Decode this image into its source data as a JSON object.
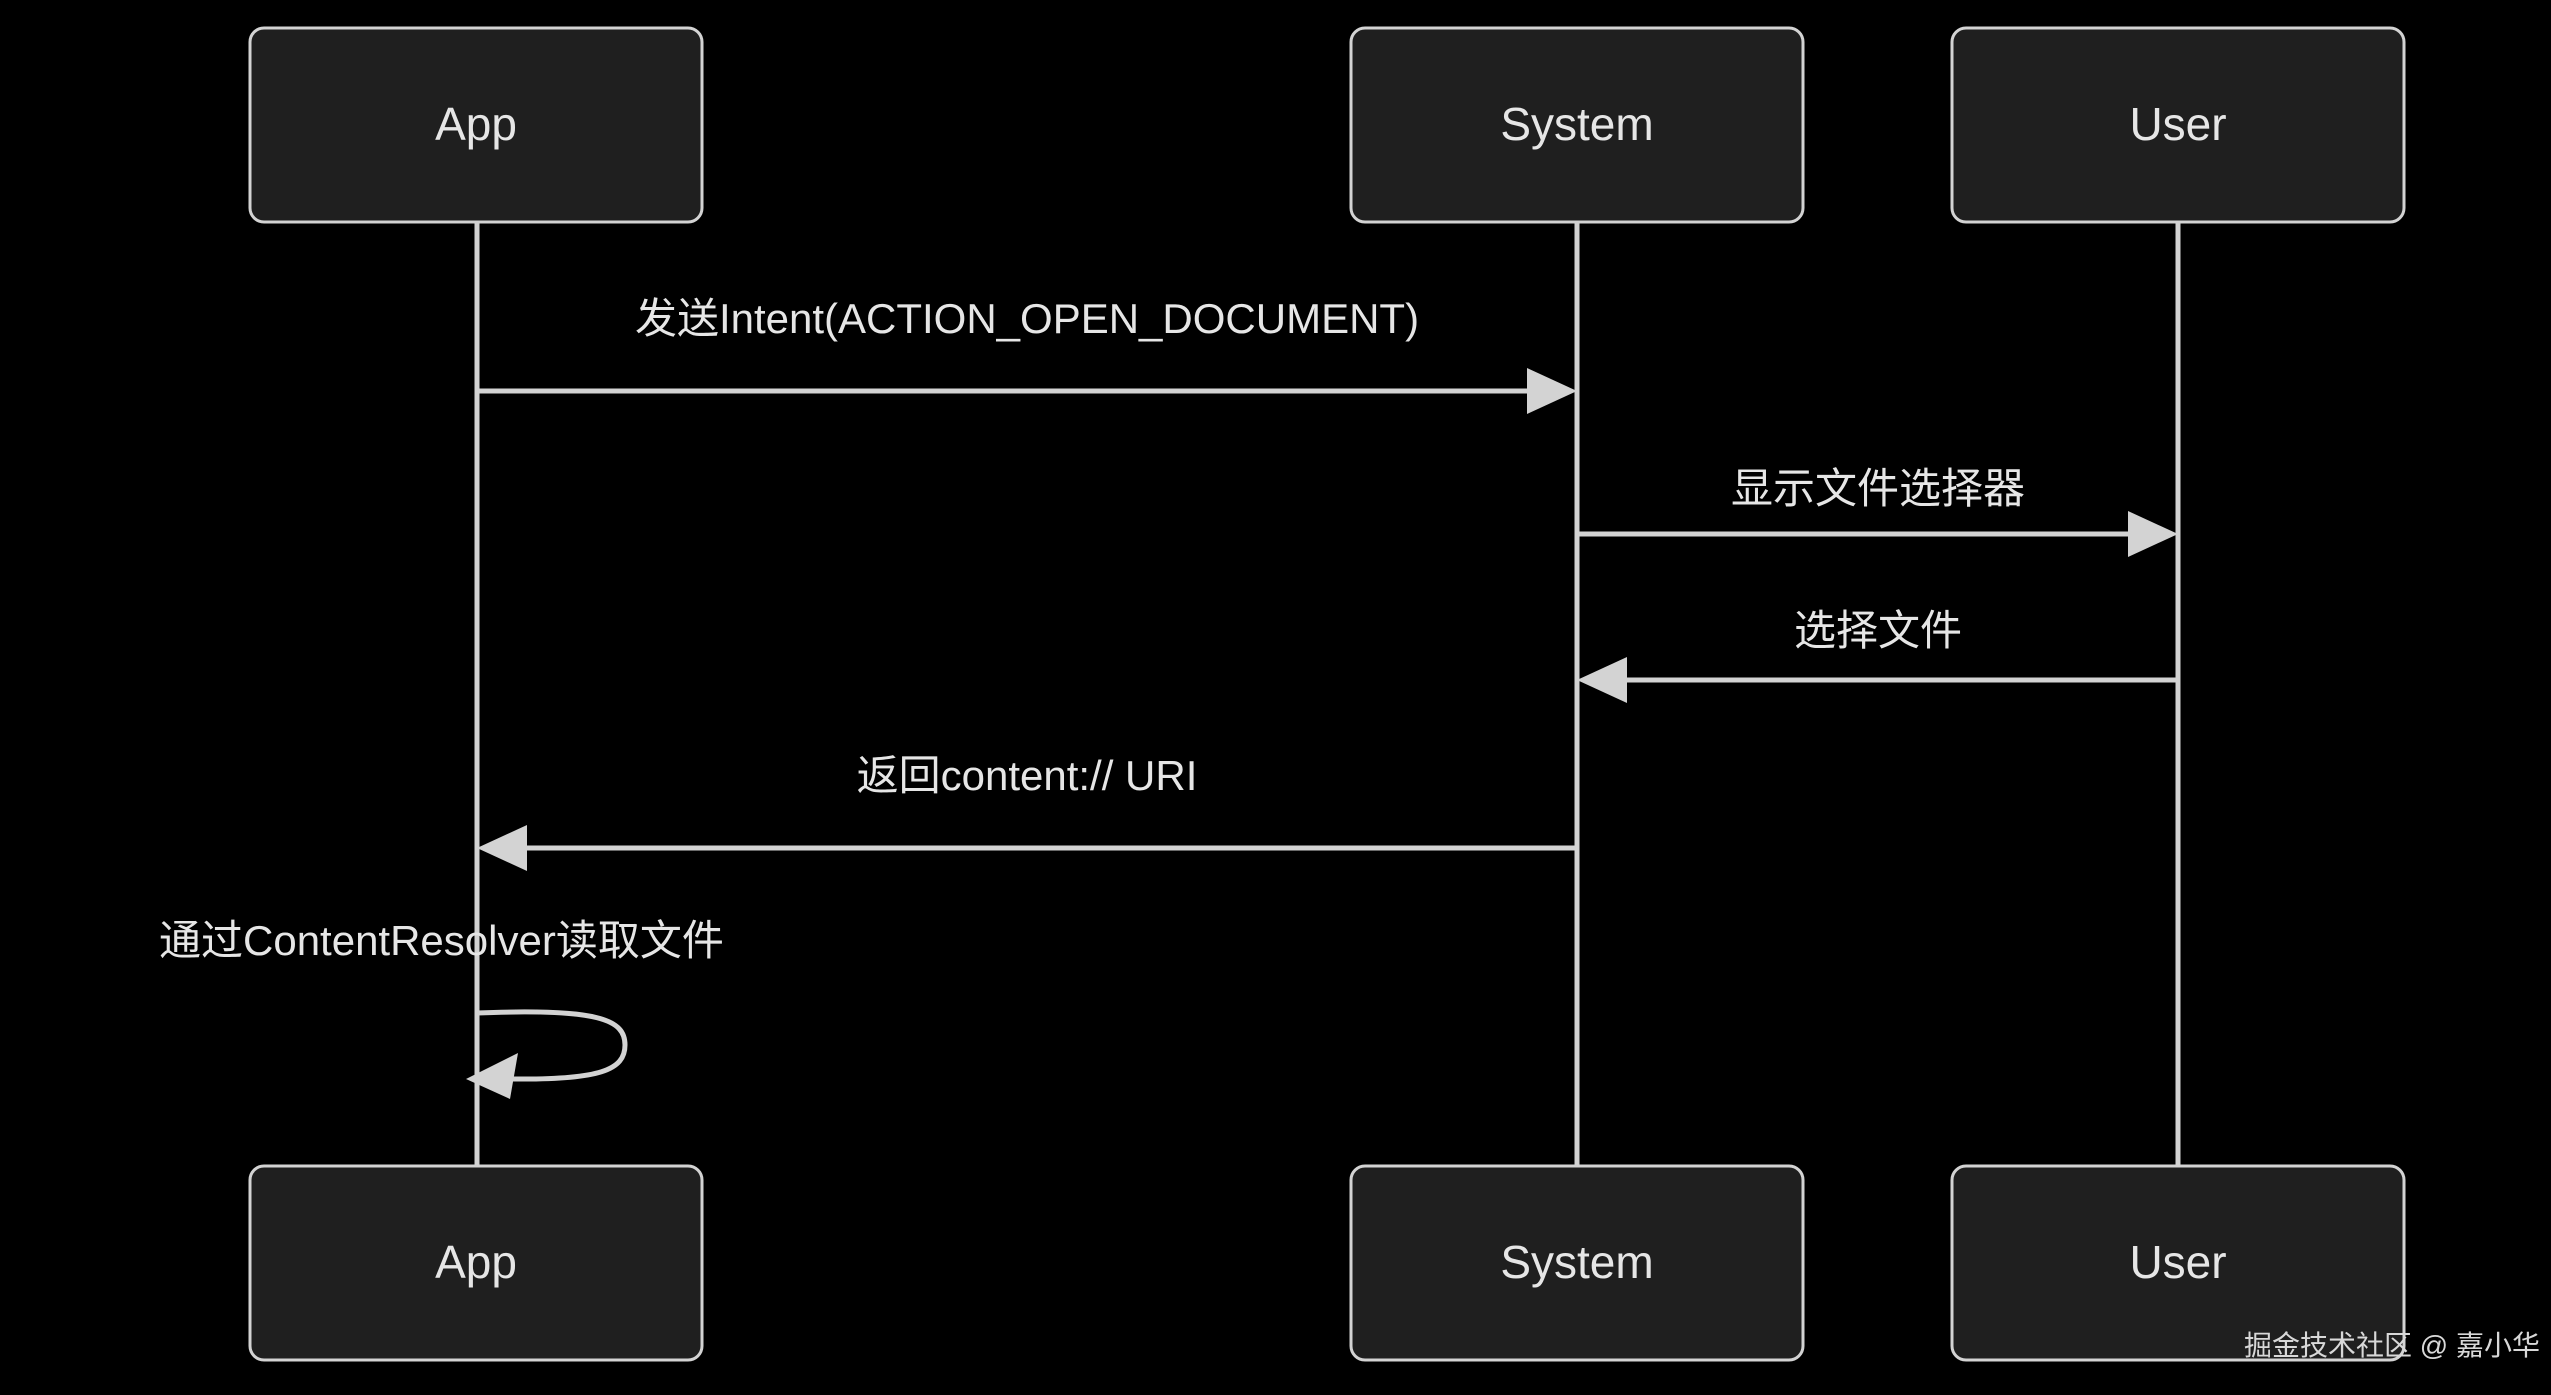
{
  "diagram": {
    "type": "sequence-diagram",
    "background_color": "#000000",
    "box_fill_color": "#1f1f1f",
    "line_color": "#d3d3d3",
    "text_color": "#e6e6e6",
    "participants": [
      {
        "id": "app",
        "label": "App"
      },
      {
        "id": "system",
        "label": "System"
      },
      {
        "id": "user",
        "label": "User"
      }
    ],
    "participants_bottom": [
      {
        "id": "app",
        "label": "App"
      },
      {
        "id": "system",
        "label": "System"
      },
      {
        "id": "user",
        "label": "User"
      }
    ],
    "messages": [
      {
        "index": 1,
        "from": "app",
        "to": "system",
        "direction": "right",
        "kind": "solid-arrow",
        "label": "发送Intent(ACTION_OPEN_DOCUMENT)"
      },
      {
        "index": 2,
        "from": "system",
        "to": "user",
        "direction": "right",
        "kind": "solid-arrow",
        "label": "显示文件选择器"
      },
      {
        "index": 3,
        "from": "user",
        "to": "system",
        "direction": "left",
        "kind": "solid-arrow",
        "label": "选择文件"
      },
      {
        "index": 4,
        "from": "system",
        "to": "app",
        "direction": "left",
        "kind": "solid-arrow",
        "label": "返回content:// URI"
      },
      {
        "index": 5,
        "from": "app",
        "to": "app",
        "direction": "self",
        "kind": "self-loop-arrow",
        "label": "通过ContentResolver读取文件"
      }
    ]
  },
  "watermark": {
    "text": "掘金技术社区 @ 嘉小华"
  }
}
